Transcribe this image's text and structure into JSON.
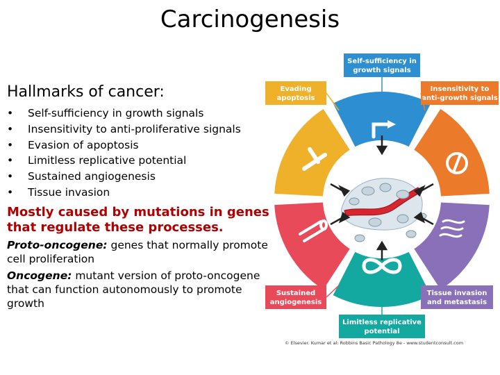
{
  "title": "Carcinogenesis",
  "heading": "Hallmarks of cancer:",
  "bullets": [
    "Self-sufficiency in growth signals",
    "Insensitivity to anti-proliferative signals",
    "Evasion of apoptosis",
    "Limitless replicative potential",
    "Sustained angiogenesis",
    "Tissue invasion"
  ],
  "mostly": "Mostly caused by mutations in genes that regulate these processes.",
  "proto": {
    "term": "Proto-oncogene:",
    "rest": " genes that normally promote cell proliferation"
  },
  "onco": {
    "term": "Oncogene:",
    "rest": " mutant version of proto-oncogene that can function autonomously to promote growth"
  },
  "diagram": {
    "labels": {
      "top": [
        "Self-sufficiency in",
        "growth signals"
      ],
      "top_left": [
        "Evading",
        "apoptosis"
      ],
      "top_right": [
        "Insensitivity to",
        "anti-growth signals"
      ],
      "bottom_left": [
        "Sustained",
        "angiogenesis"
      ],
      "bottom_right": [
        "Tissue invasion",
        "and metastasis"
      ],
      "bottom": [
        "Limitless replicative",
        "potential"
      ]
    },
    "colors": {
      "blue": "#2d8fd2",
      "yellow": "#f0b12a",
      "orange": "#eb7a2a",
      "red": "#e84a5a",
      "teal": "#13a8a0",
      "purple": "#8a70b8"
    },
    "credit": "© Elsevier. Kumar et al: Robbins Basic Pathology 8e - www.studentconsult.com"
  }
}
